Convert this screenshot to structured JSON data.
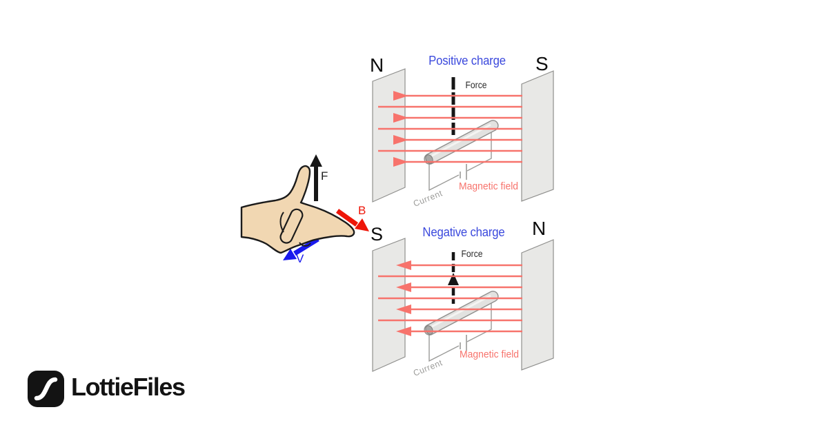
{
  "diagram_positive": {
    "title": "Positive charge",
    "left_pole": "N",
    "right_pole": "S",
    "force_label": "Force",
    "magnetic_field_label": "Magnetic field",
    "current_label": "Current"
  },
  "diagram_negative": {
    "title": "Negative charge",
    "left_pole": "S",
    "right_pole": "N",
    "force_label": "Force",
    "magnetic_field_label": "Magnetic field",
    "current_label": "Current"
  },
  "hand_rule": {
    "force_label": "F",
    "magnetic_field_label": "B",
    "velocity_label": "V"
  },
  "brand": {
    "wordmark": "LottieFiles"
  },
  "colors": {
    "field_line": "#f7736c",
    "title_blue": "#3b49dd",
    "plate_gray": "#e8e8e6",
    "plate_border": "#8f8f8d",
    "force_black": "#161616",
    "wire_gray": "#9a9a98",
    "rod_gray": "#e2e2e0",
    "skin": "#f1d7b2",
    "hand_outline": "#1b1b1b",
    "arrow_red": "#ee1508",
    "arrow_blue": "#1a1aee",
    "logo_black": "#131313",
    "background": "#ffffff"
  }
}
